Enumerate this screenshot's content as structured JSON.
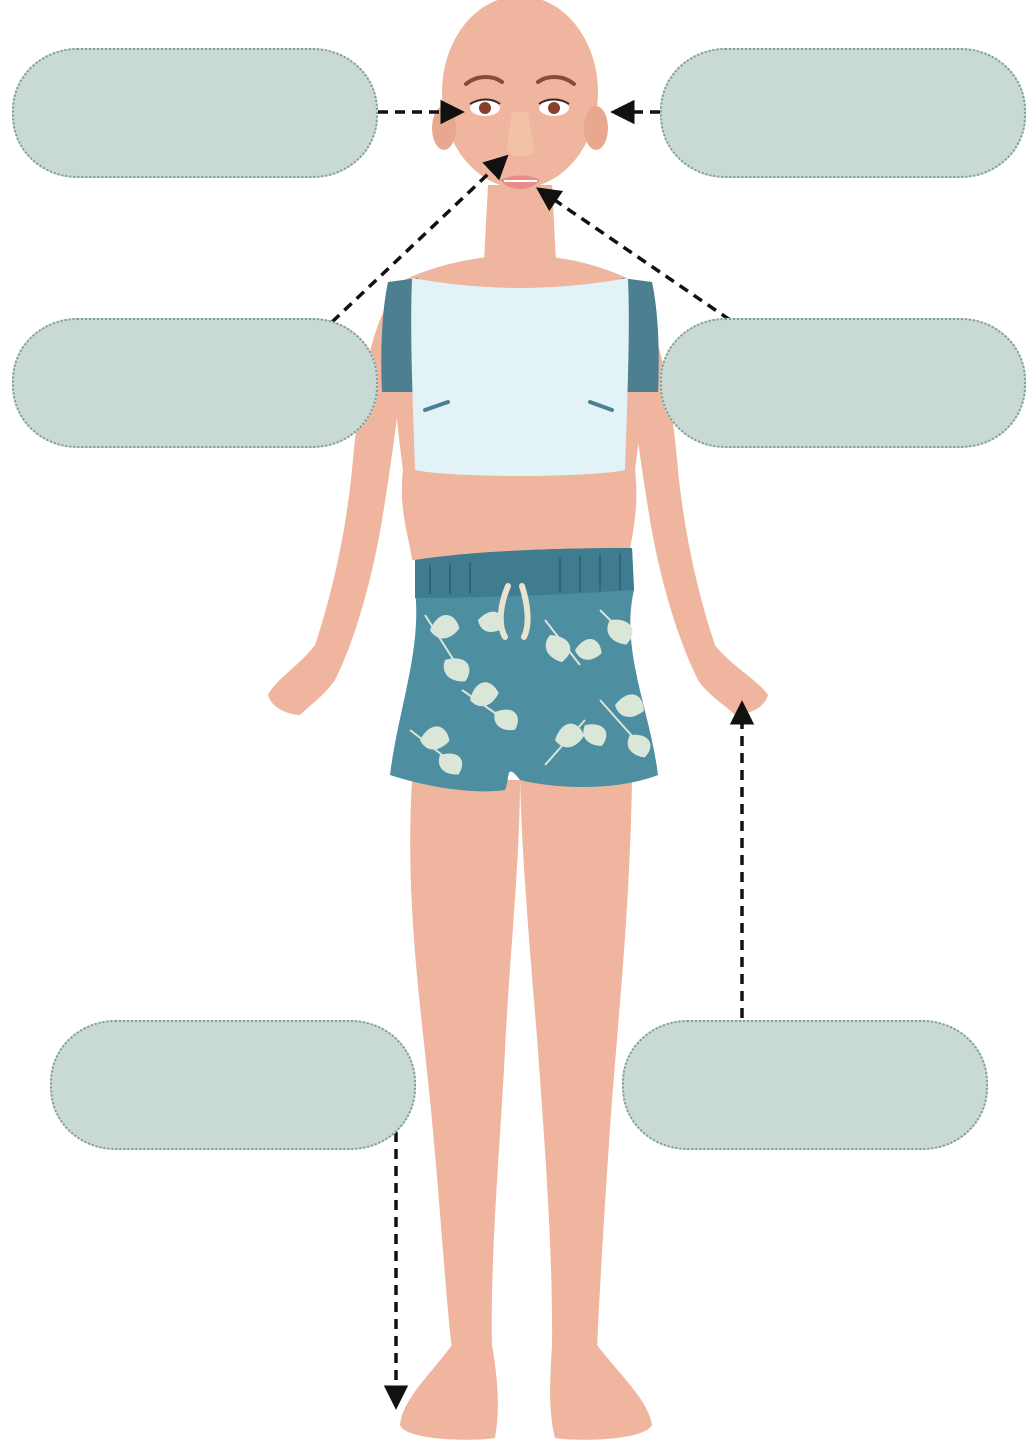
{
  "labels": [
    {
      "id": "top-left",
      "text": ""
    },
    {
      "id": "top-right",
      "text": ""
    },
    {
      "id": "middle-left",
      "text": ""
    },
    {
      "id": "middle-right",
      "text": ""
    },
    {
      "id": "bottom-left",
      "text": ""
    },
    {
      "id": "bottom-right",
      "text": ""
    }
  ],
  "colors": {
    "label_fill": "#c9d9d3",
    "label_border": "#7f9c95",
    "skin": "#efb59e",
    "skin_shadow": "#e3a58c",
    "shirt": "#e2f3f7",
    "shirt_sleeve": "#4c7f8f",
    "shorts": "#4d8ea1",
    "leaf_pattern": "#d9e6d8",
    "arrow": "#111111"
  },
  "icons": [
    "dashed-arrow",
    "human-figure"
  ]
}
